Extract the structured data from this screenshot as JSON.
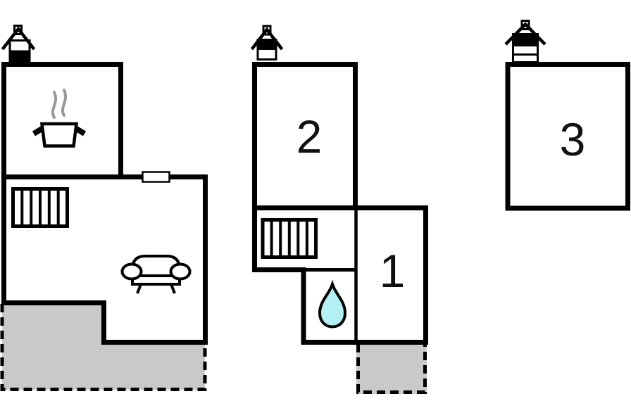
{
  "floorplan": {
    "room_labels": {
      "room1": "1",
      "room2": "2",
      "room3": "3"
    },
    "colors": {
      "wall": "#000000",
      "floor": "#ffffff",
      "terrace": "#c9c9c9",
      "water_drop": "#b2f0f3",
      "steam": "#999999"
    },
    "icons": [
      "chimney-icon",
      "cooking-pot-icon",
      "stairs-icon",
      "window",
      "sofa-icon",
      "water-drop-icon"
    ],
    "unit_count": 3,
    "terrace_count": 2
  }
}
